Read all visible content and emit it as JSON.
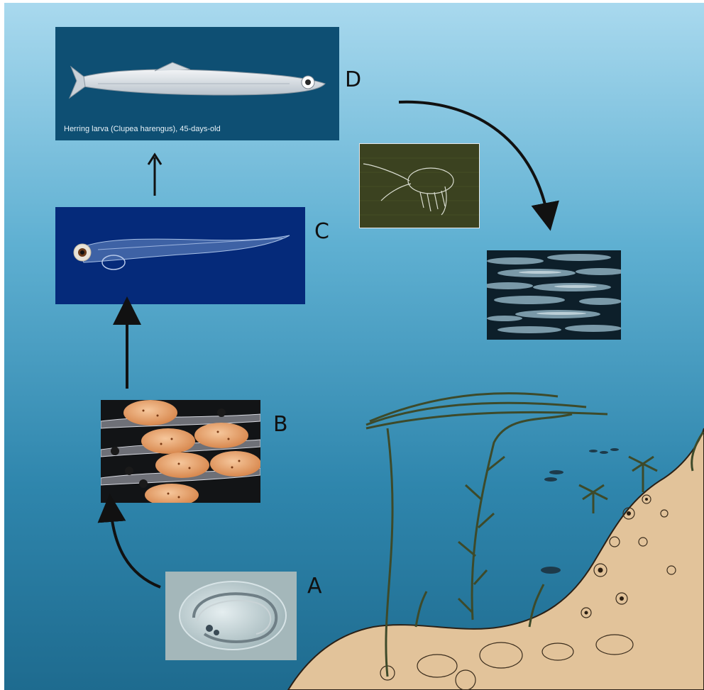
{
  "stages": [
    {
      "id": "A",
      "label": "A",
      "description_icon": "embryo-in-egg-image"
    },
    {
      "id": "B",
      "label": "B",
      "description_icon": "yolk-sac-larvae-image"
    },
    {
      "id": "C",
      "label": "C",
      "description_icon": "early-larva-image"
    },
    {
      "id": "D",
      "label": "D",
      "description_icon": "older-larva-image",
      "caption": "Herring larva (Clupea harengus), 45-days-old"
    }
  ],
  "extra_images": [
    {
      "icon": "copepod-prey-image"
    },
    {
      "icon": "adult-herring-school-image"
    }
  ],
  "colors": {
    "sea_top": "#a9d9ee",
    "sea_mid": "#3f93b8",
    "sea_bottom": "#1e6b8f",
    "seabed": "#e2c39a",
    "plants": "#3d4a2a",
    "panel_d_bg": "#0e4f73",
    "panel_c_bg": "#052a7a",
    "panel_b_bg": "#121416",
    "egg": "#e6a06a"
  }
}
